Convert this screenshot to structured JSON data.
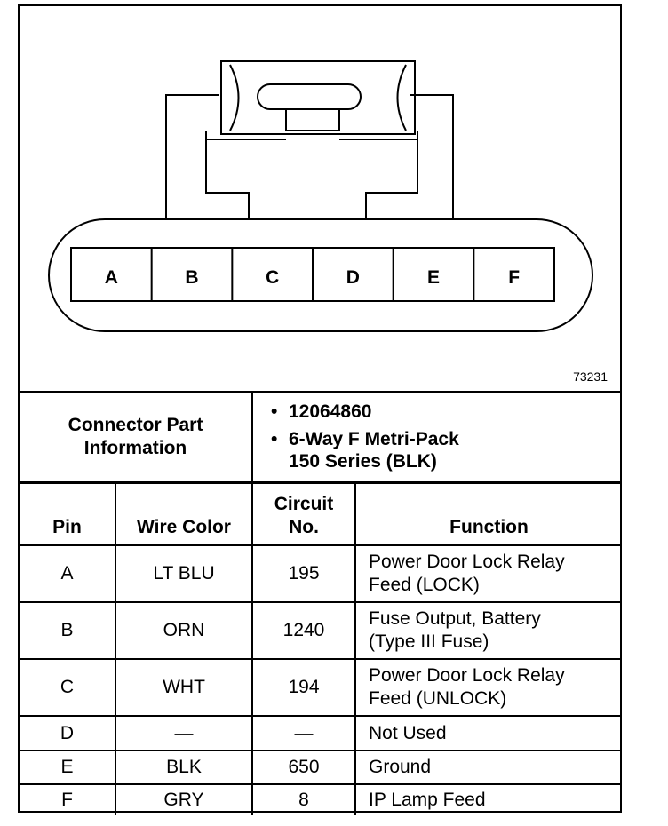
{
  "diagram": {
    "pins": [
      "A",
      "B",
      "C",
      "D",
      "E",
      "F"
    ],
    "figure_number": "73231"
  },
  "connector_info": {
    "label_line1": "Connector Part",
    "label_line2": "Information",
    "part_number": "12064860",
    "description_line1": "6-Way F Metri-Pack",
    "description_line2": "150 Series (BLK)",
    "bullet": "•"
  },
  "table": {
    "headers": {
      "pin": "Pin",
      "wire_color": "Wire Color",
      "circuit_line1": "Circuit",
      "circuit_line2": "No.",
      "function": "Function"
    },
    "rows": [
      {
        "pin": "A",
        "wire_color": "LT BLU",
        "circuit": "195",
        "function_line1": "Power Door Lock Relay",
        "function_line2": "Feed (LOCK)"
      },
      {
        "pin": "B",
        "wire_color": "ORN",
        "circuit": "1240",
        "function_line1": "Fuse Output, Battery",
        "function_line2": "(Type III Fuse)"
      },
      {
        "pin": "C",
        "wire_color": "WHT",
        "circuit": "194",
        "function_line1": "Power Door Lock Relay",
        "function_line2": "Feed (UNLOCK)"
      },
      {
        "pin": "D",
        "wire_color": "—",
        "circuit": "—",
        "function_line1": "Not Used",
        "function_line2": ""
      },
      {
        "pin": "E",
        "wire_color": "BLK",
        "circuit": "650",
        "function_line1": "Ground",
        "function_line2": ""
      },
      {
        "pin": "F",
        "wire_color": "GRY",
        "circuit": "8",
        "function_line1": "IP Lamp Feed",
        "function_line2": ""
      }
    ]
  }
}
